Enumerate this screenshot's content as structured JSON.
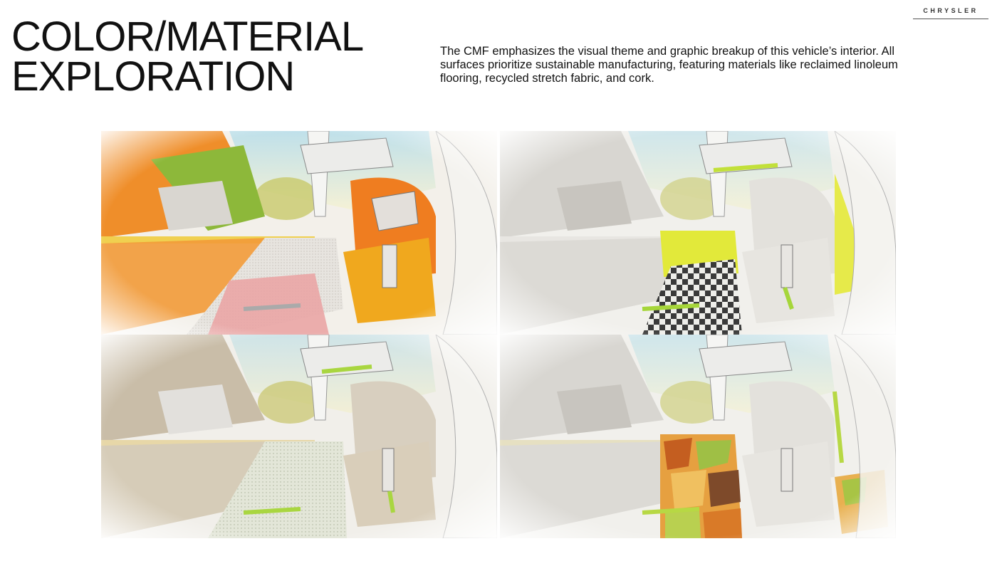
{
  "header": {
    "title_line1": "COLOR/MATERIAL",
    "title_line2": "EXPLORATION",
    "description": "The CMF emphasizes the visual theme and graphic breakup of this vehicle’s interior. All surfaces prioritize sustainable manufacturing, featuring materials like reclaimed linoleum flooring, recycled stretch fabric, and cork.",
    "brand": "CHRYSLER"
  },
  "panels": [
    {
      "id": "orange-cork",
      "accent": "#f08a1c",
      "panel": "#e9a04a",
      "floor": "#e8a2a0",
      "trim": "#e8c640"
    },
    {
      "id": "chartreuse-checker",
      "accent": "#dfe63a",
      "panel": "#d9d7d2",
      "floor": "#3a3a3a",
      "trim": "#a6d63a"
    },
    {
      "id": "neutral-lime",
      "accent": "#a9d640",
      "panel": "#c9bca6",
      "floor": "#dfe3d3",
      "trim": "#a9d640"
    },
    {
      "id": "mosaic-linoleum",
      "accent": "#b7d844",
      "panel": "#d8d6d2",
      "floor": "#e08a30",
      "trim": "#b7d844"
    }
  ]
}
